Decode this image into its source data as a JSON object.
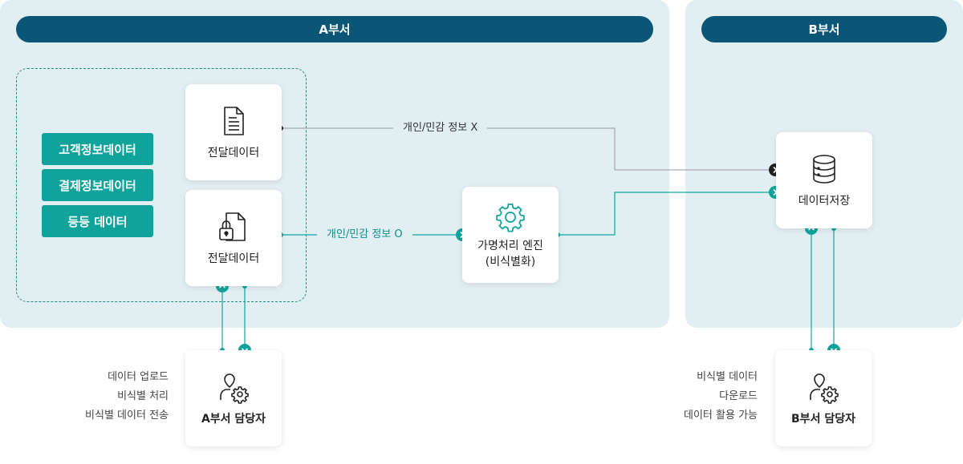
{
  "dept_a": {
    "title": "A부서"
  },
  "dept_b": {
    "title": "B부서"
  },
  "data_tags": [
    "고객정보데이터",
    "결제정보데이터",
    "등등 데이터"
  ],
  "cards": {
    "transfer_data_top": {
      "label": "전달데이터",
      "icon": "document-icon"
    },
    "transfer_data_bottom": {
      "label": "전달데이터",
      "icon": "locked-document-icon"
    },
    "engine": {
      "line1": "가명처리 엔진",
      "line2": "(비식별화)",
      "icon": "gear-icon"
    },
    "storage": {
      "label": "데이터저장",
      "icon": "database-icon"
    },
    "manager_a": {
      "label": "A부서 담당자",
      "icon": "user-gear-icon"
    },
    "manager_b": {
      "label": "B부서 담당자",
      "icon": "user-gear-icon"
    }
  },
  "flow_labels": {
    "no_personal": "개인/민감 정보 X",
    "with_personal": "개인/민감 정보 O"
  },
  "manager_a_notes": [
    "데이터 업로드",
    "비식별 처리",
    "비식별 데이터 전송"
  ],
  "manager_b_notes": [
    "비식별 데이터",
    "다운로드",
    "데이터 활용 가능"
  ],
  "colors": {
    "header": "#0b5577",
    "panel": "#e2eff2",
    "teal": "#10a39c",
    "line_gray": "#9a9a9a",
    "arrow_dark": "#222222"
  }
}
